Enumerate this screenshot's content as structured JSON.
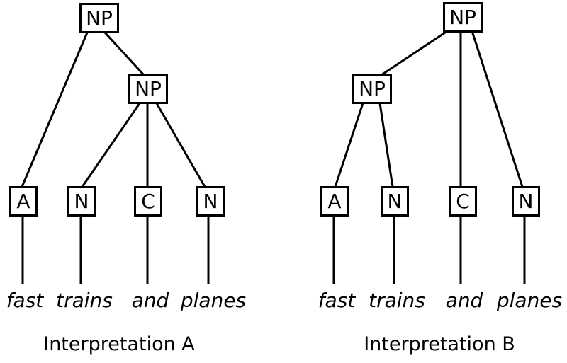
{
  "diagram": {
    "title": "",
    "background_color": "#ffffff",
    "line_color": "#000000",
    "sentence": "fast trains and planes",
    "trees": [
      {
        "id": "tree-a",
        "caption": "Interpretation A",
        "root_label": "NP",
        "inner_label": "NP",
        "inner_children": [
          "N",
          "C",
          "N"
        ],
        "root_children": [
          "A",
          "NP"
        ],
        "leaves": [
          {
            "label": "A",
            "word": "fast"
          },
          {
            "label": "N",
            "word": "trains"
          },
          {
            "label": "C",
            "word": "and"
          },
          {
            "label": "N",
            "word": "planes"
          }
        ]
      },
      {
        "id": "tree-b",
        "caption": "Interpretation B",
        "root_label": "NP",
        "inner_label": "NP",
        "inner_children": [
          "A",
          "N"
        ],
        "root_children": [
          "NP",
          "C",
          "N"
        ],
        "leaves": [
          {
            "label": "A",
            "word": "fast"
          },
          {
            "label": "N",
            "word": "trains"
          },
          {
            "label": "C",
            "word": "and"
          },
          {
            "label": "N",
            "word": "planes"
          }
        ]
      }
    ]
  }
}
